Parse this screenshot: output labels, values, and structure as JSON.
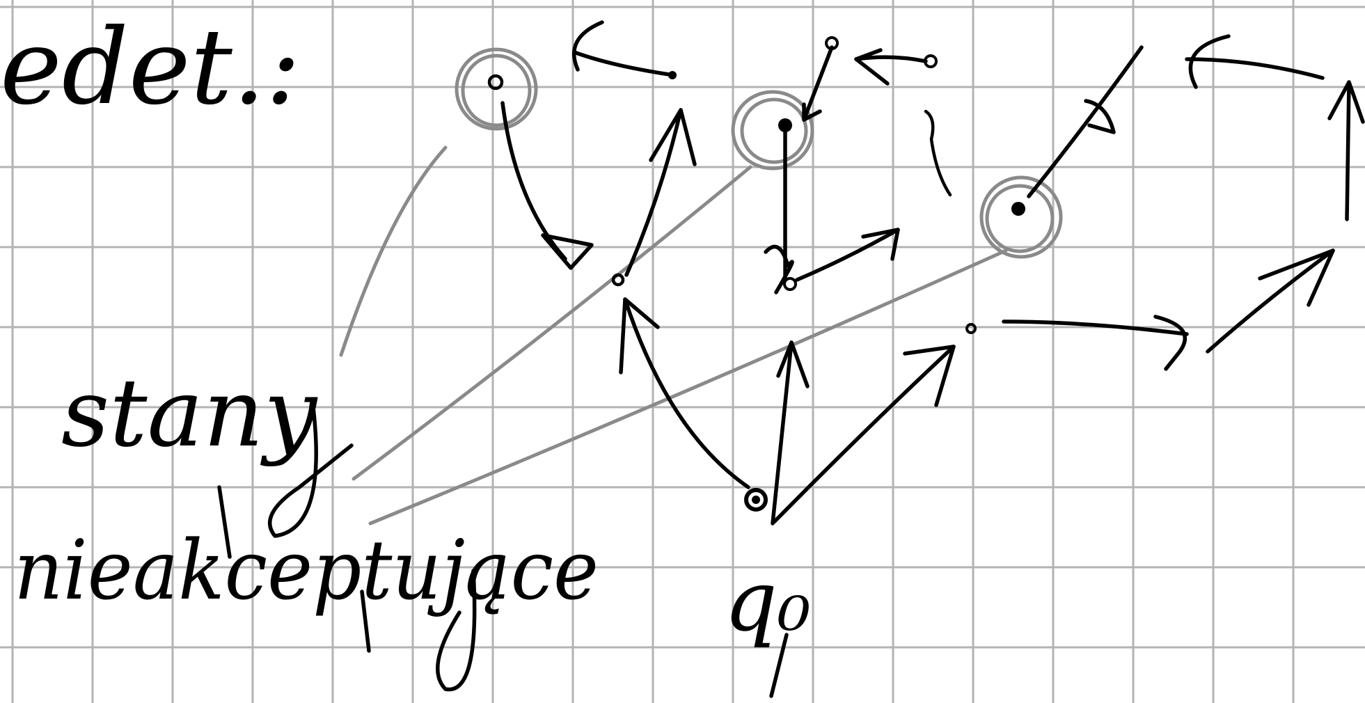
{
  "page": {
    "background": "#ffffff",
    "grid_color": "#b3b3b3",
    "ink_color": "#000000",
    "highlight_color": "#8a8a8a"
  },
  "notes": {
    "heading": "edet.:",
    "caption_line1": "stany",
    "caption_line2": "nieakceptujące",
    "start_state": "q₀"
  },
  "diagram": {
    "highlighted_states": [
      "accepting-1",
      "accepting-2",
      "accepting-3"
    ],
    "transitions_drawn": true
  }
}
